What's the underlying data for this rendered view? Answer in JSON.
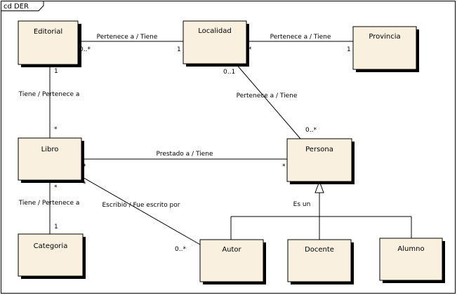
{
  "frame": {
    "title": "cd DER"
  },
  "entities": {
    "editorial": "Editorial",
    "localidad": "Localidad",
    "provincia": "Provincia",
    "libro": "Libro",
    "persona": "Persona",
    "categoria": "Categoria",
    "autor": "Autor",
    "docente": "Docente",
    "alumno": "Alumno"
  },
  "relations": {
    "editorial_localidad": {
      "label": "Pertenece a / Tiene",
      "mult_a": "0..*",
      "mult_b": "1"
    },
    "localidad_provincia": {
      "label": "Pertenece a / Tiene",
      "mult_a": "*",
      "mult_b": "1"
    },
    "editorial_libro": {
      "label": "Tiene / Pertenece a",
      "mult_a": "1",
      "mult_b": "*"
    },
    "localidad_persona": {
      "label": "Pertenece a / Tiene",
      "mult_a": "0..1",
      "mult_b": "0..*"
    },
    "libro_persona": {
      "label": "Prestado a / Tiene",
      "mult_a": "*",
      "mult_b": "*"
    },
    "libro_categoria": {
      "label": "Tiene / Pertenece a",
      "mult_a": "*",
      "mult_b": "1"
    },
    "libro_autor": {
      "label": "Escribió / Fue escrito por",
      "mult_a": "*",
      "mult_b": "0..*"
    },
    "generalization": {
      "label": "Es un"
    }
  },
  "colors": {
    "entity_fill": "#faf0df",
    "line": "#000000"
  }
}
